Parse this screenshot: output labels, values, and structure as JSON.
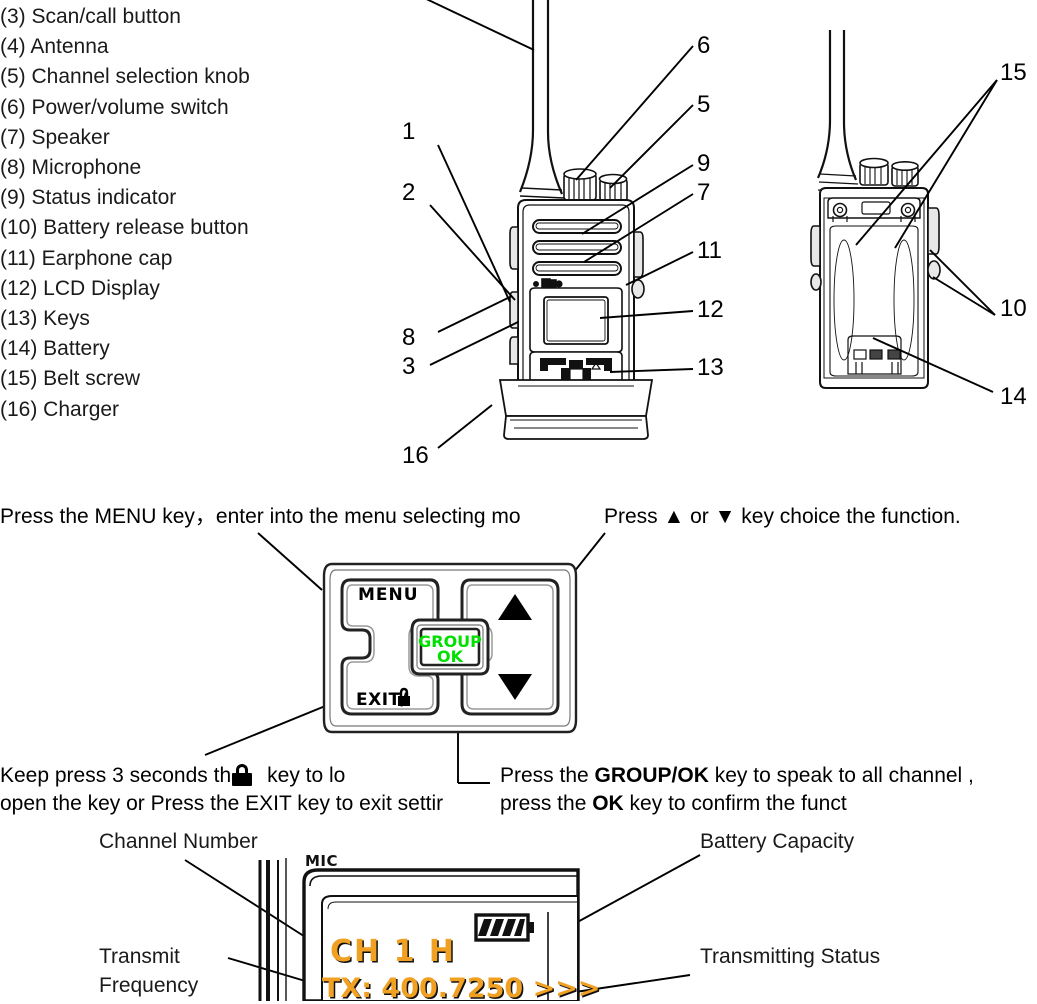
{
  "parts_list": {
    "items": [
      "(3) Scan/call button",
      "(4) Antenna",
      "(5) Channel selection knob",
      "(6) Power/volume switch",
      "(7) Speaker",
      "(8) Microphone",
      "(9) Status indicator",
      "(10) Battery release button",
      "(11) Earphone cap",
      "(12) LCD Display",
      "(13) Keys",
      "(14) Battery",
      "(15) Belt screw",
      "(16) Charger"
    ]
  },
  "front_view_callouts": {
    "left": [
      "1",
      "2",
      "8",
      "3",
      "16"
    ],
    "right": [
      "6",
      "5",
      "9",
      "7",
      "11",
      "12",
      "13"
    ]
  },
  "back_view_callouts": {
    "right": [
      "15",
      "10",
      "14"
    ]
  },
  "instructions": {
    "menu_line": "Press the MENU  key，enter into the menu selecting mo",
    "arrow_line": "Press ▲ or ▼ key choice the function.",
    "lock_line_1_before": "Keep press 3 seconds th",
    "lock_line_1_after": "key to lo",
    "lock_line_2": "open the key or Press the EXIT key to exit settir",
    "group_line_1_pre": "Press the ",
    "group_line_1_bold": "GROUP/OK",
    "group_line_1_post": " key to speak to all channel ,",
    "group_line_2_pre": "press the ",
    "group_line_2_bold": "OK",
    "group_line_2_post": " key to confirm the funct"
  },
  "keypad": {
    "menu_label": "MENU",
    "exit_label": "EXIT/",
    "up_label": "▲",
    "down_label": "▼",
    "center_label_line1": "GROUP",
    "center_label_line2": "OK",
    "center_color": "#00e000"
  },
  "lcd_section": {
    "label_channel_number": "Channel Number",
    "label_battery_capacity": "Battery Capacity",
    "label_transmit_frequency_line1": "Transmit",
    "label_transmit_frequency_line2": "Frequency",
    "label_transmitting_status": "Transmitting Status",
    "mic_label": "MIC",
    "screen_line_1": "CH 1 H",
    "screen_line_2": "TX: 400.7250 >>>",
    "screen_text_color": "#f0a023",
    "battery_bars": 4
  }
}
